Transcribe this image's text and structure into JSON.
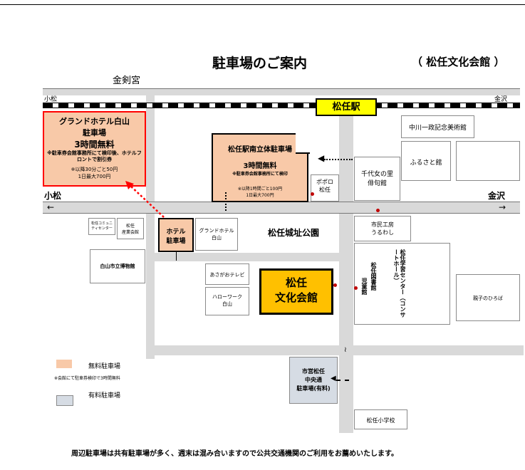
{
  "title": "駐車場のご案内",
  "subtitle": "（ 松任文化会館 ）",
  "roads": {
    "top_left": "金剣宮",
    "rail_left": "小松",
    "rail_right": "金沢",
    "main_left": "小松",
    "main_right": "金沢",
    "arrow_left": "←",
    "arrow_right": "→"
  },
  "station": "松任駅",
  "grand_hotel_parking": {
    "name": "グランドホテル白山",
    "sub": "駐車場",
    "free": "3時間無料",
    "note": "※駐車券会館事務所にて検印後、ホテルフロントで割引券",
    "rate1": "※以降30分ごと50円",
    "rate2": "1日最大700円"
  },
  "station_south_parking": {
    "name": "松任駅南立体駐車場",
    "free": "3時間無料",
    "note": "※駐車券会館事務所にて検印",
    "rate1": "※以降1時間ごと100円",
    "rate2": "1日最大700円"
  },
  "places": {
    "nakagawa": "中川一政記念美術館",
    "furusato": "ふるさと館",
    "chiyojo": "千代女の里\n俳句館",
    "popolo": "ポポロ\n松任",
    "community": "松任コミュニ\nティセンター",
    "sangyo": "松任\n産業会館",
    "hotel_parking": "ホテル\n駐車場",
    "grand_hotel": "グランドホテル\n白山",
    "castle_park": "松任城址公園",
    "shimin_kobo": "市民工房\nうるわし",
    "museum": "白山市立博物館",
    "asagao": "あさがおテレビ",
    "hellowork": "ハローワーク\n白山",
    "bunka_kaikan_1": "松任",
    "bunka_kaikan_2": "文化会館",
    "gakushu": "松任学習センター（コンサートホール）",
    "library": "松任図書館",
    "jidokan": "児童館",
    "oyako": "親子のひろば",
    "shiei_parking": "市営松任\n中央通\n駐車場(有料)",
    "elementary": "松任小学校"
  },
  "legend": {
    "free_label": "無料駐車場",
    "free_note": "※会館にて駐車券検印で3時間無料",
    "paid_label": "有料駐車場"
  },
  "footer": "周辺駐車場は共有駐車場が多く、週末は混み合いますので公共交通機関のご利用をお薦めいたします。",
  "colors": {
    "free_parking": "#f8c9a8",
    "paid_parking": "#d6dce4",
    "kaikan": "#ffc000",
    "station": "#ffff00",
    "highlight": "#ff0000"
  }
}
